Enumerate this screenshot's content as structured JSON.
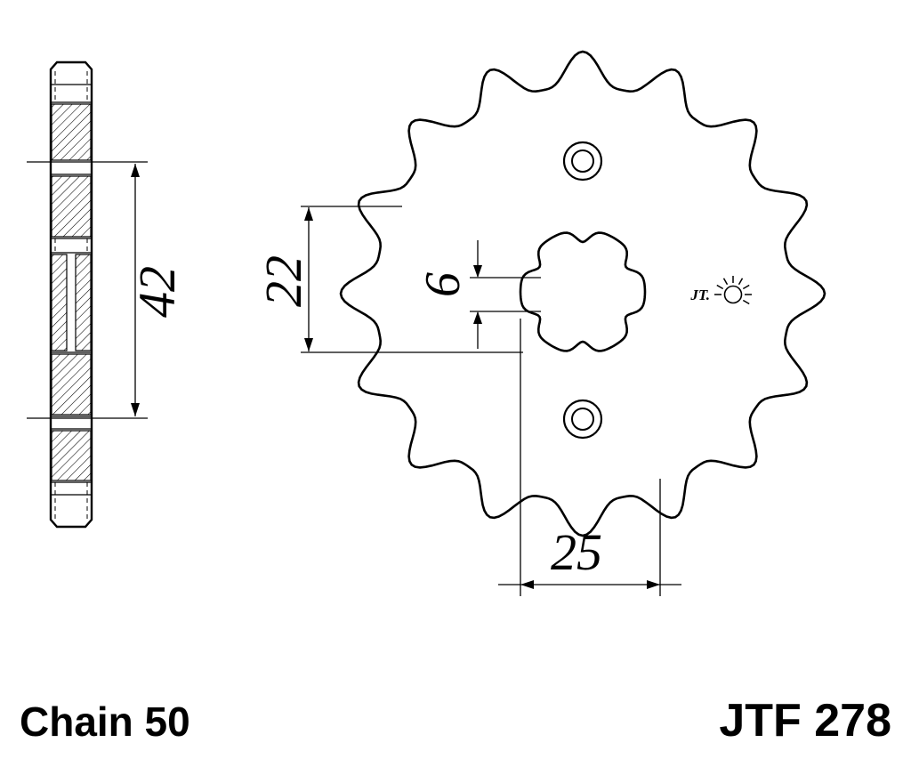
{
  "labels": {
    "chain": "Chain 50",
    "part_number": "JTF 278",
    "logo": "JT."
  },
  "dimensions": {
    "hub_length": "42",
    "tooth_to_bore": "22",
    "spline_depth": "6",
    "bore_width": "25"
  },
  "sprocket": {
    "teeth": 16,
    "splines": 6,
    "bolt_holes": 2
  },
  "colors": {
    "line": "#000000",
    "background": "#ffffff"
  }
}
